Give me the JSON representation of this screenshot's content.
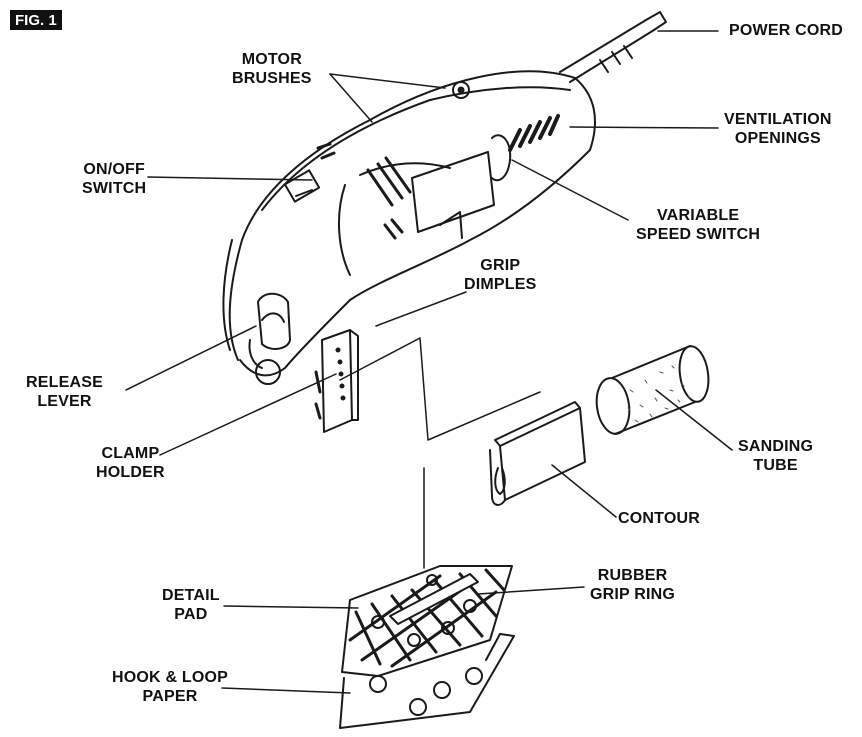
{
  "figure_label": "FIG. 1",
  "labels": {
    "power_cord": "POWER CORD",
    "motor_brushes": [
      "MOTOR",
      "BRUSHES"
    ],
    "ventilation_openings": [
      "VENTILATION",
      "OPENINGS"
    ],
    "on_off_switch": [
      "ON/OFF",
      "SWITCH"
    ],
    "variable_speed_switch": [
      "VARIABLE",
      "SPEED SWITCH"
    ],
    "grip_dimples": [
      "GRIP",
      "DIMPLES"
    ],
    "release_lever": [
      "RELEASE",
      "LEVER"
    ],
    "clamp_holder": [
      "CLAMP",
      "HOLDER"
    ],
    "sanding_tube": [
      "SANDING",
      "TUBE"
    ],
    "contour": "CONTOUR",
    "rubber_grip_ring": [
      "RUBBER",
      "GRIP RING"
    ],
    "detail_pad": [
      "DETAIL",
      "PAD"
    ],
    "hook_loop_paper": [
      "HOOK & LOOP",
      "PAPER"
    ]
  }
}
